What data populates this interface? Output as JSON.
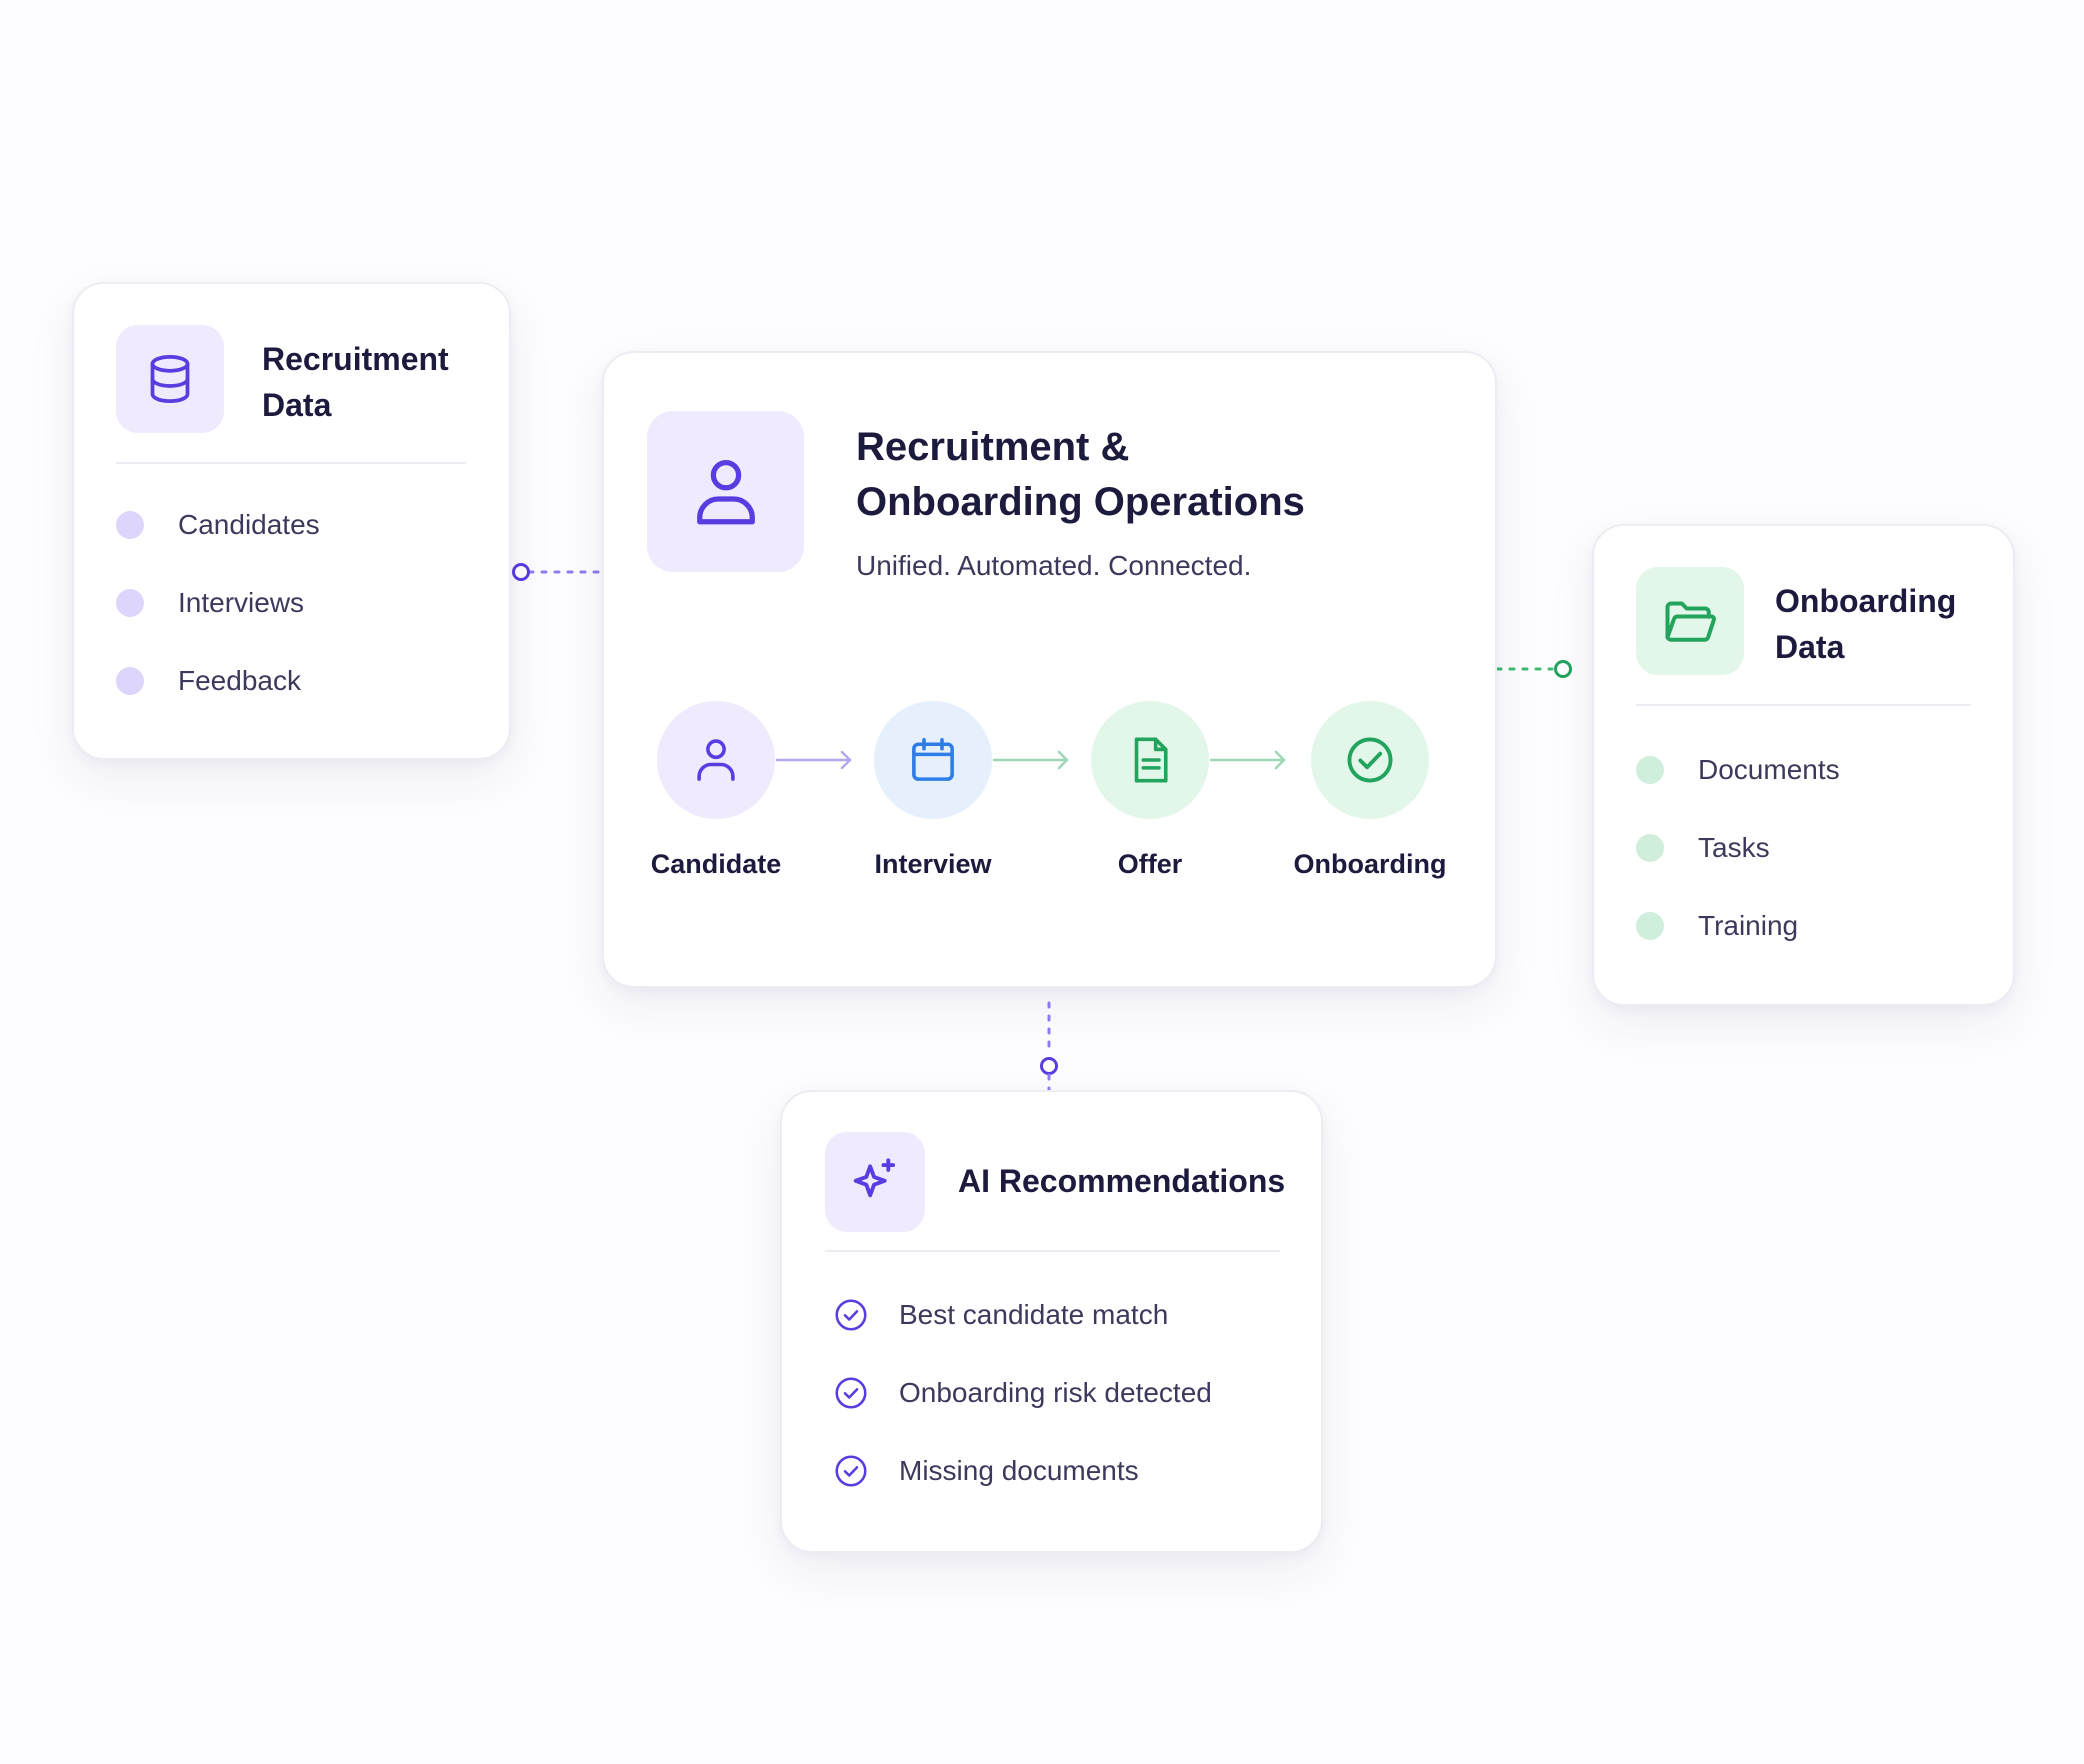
{
  "colors": {
    "purple": "#5b3ce0",
    "purple_light": "#efeafd",
    "blue": "#2f7de6",
    "green": "#22a45d",
    "green_light": "#e3f6ea"
  },
  "recruitment_data": {
    "icon": "database-icon",
    "title_line1": "Recruitment",
    "title_line2": "Data",
    "items": [
      "Candidates",
      "Interviews",
      "Feedback"
    ]
  },
  "main": {
    "icon": "user-icon",
    "title_line1": "Recruitment &",
    "title_line2": "Onboarding Operations",
    "subtitle": "Unified. Automated. Connected.",
    "steps": [
      {
        "label": "Candidate",
        "icon": "user-icon"
      },
      {
        "label": "Interview",
        "icon": "calendar-icon"
      },
      {
        "label": "Offer",
        "icon": "document-icon"
      },
      {
        "label": "Onboarding",
        "icon": "check-circle-icon"
      }
    ]
  },
  "onboarding_data": {
    "icon": "folder-icon",
    "title_line1": "Onboarding",
    "title_line2": "Data",
    "items": [
      "Documents",
      "Tasks",
      "Training"
    ]
  },
  "ai": {
    "icon": "sparkle-icon",
    "title": "AI Recommendations",
    "items": [
      "Best candidate match",
      "Onboarding risk detected",
      "Missing documents"
    ]
  }
}
